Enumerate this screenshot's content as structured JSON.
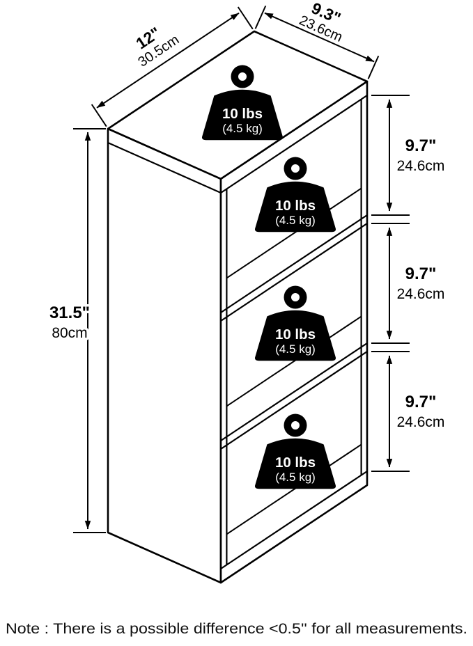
{
  "figure": {
    "dimensions": {
      "width": {
        "inches": "12\"",
        "cm": "30.5cm"
      },
      "depth": {
        "inches": "9.3\"",
        "cm": "23.6cm"
      },
      "height": {
        "inches": "31.5\"",
        "cm": "80cm"
      },
      "sections": [
        {
          "inches": "9.7\"",
          "cm": "24.6cm"
        },
        {
          "inches": "9.7\"",
          "cm": "24.6cm"
        },
        {
          "inches": "9.7\"",
          "cm": "24.6cm"
        }
      ]
    },
    "weights": [
      {
        "lbs": "10 lbs",
        "kg": "(4.5 kg)"
      },
      {
        "lbs": "10 lbs",
        "kg": "(4.5 kg)"
      },
      {
        "lbs": "10 lbs",
        "kg": "(4.5 kg)"
      },
      {
        "lbs": "10 lbs",
        "kg": "(4.5 kg)"
      }
    ],
    "note": "Note : There is a possible difference <0.5'' for all measurements.",
    "colors": {
      "line": "#000000",
      "weight_fill": "#000000",
      "background": "#ffffff"
    }
  }
}
